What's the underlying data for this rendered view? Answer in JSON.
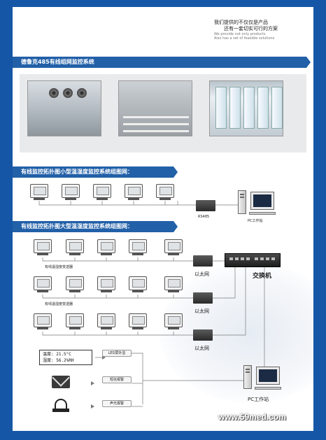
{
  "header": {
    "tagline_cn_1": "我们提供的不仅仅是产品",
    "tagline_cn_2": "还有一套切实可行的方案",
    "tagline_en_1": "We provide not only products",
    "tagline_en_2": "Also has a set of feasible solutions"
  },
  "sections": {
    "title_main": "德鲁克485有线组网监控系统",
    "title_small": "有线监控拓扑图小型温湿度监控系统组图网：",
    "title_large": "有线监控拓扑图大型温湿度监控系统组图网："
  },
  "small_network": {
    "converter_label": "RS485",
    "pc_label": "PC工作站"
  },
  "large_network": {
    "transmitter_label": "有线温湿度变送器",
    "ethernet_label": "以太网",
    "switch_label": "交换机",
    "pc_label": "PC工作站"
  },
  "alarms": {
    "display_line1": "温度: 21.5°C",
    "display_line2": "湿度: 56.2%RH",
    "led_label": "LED屏外显",
    "sms_label": "短信报警",
    "sound_label": "声光报警"
  },
  "watermark": "www.59med.com"
}
